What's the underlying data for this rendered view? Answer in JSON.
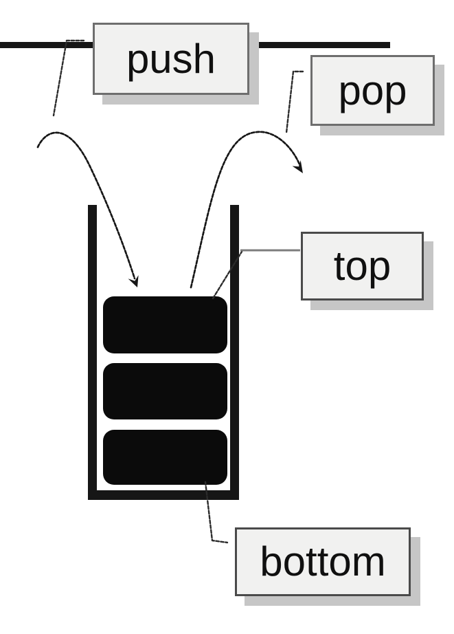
{
  "labels": {
    "push": "push",
    "pop": "pop",
    "top": "top",
    "bottom": "bottom"
  },
  "stack": {
    "item_count": 3
  },
  "colors": {
    "ink": "#161616",
    "box_fill": "#f1f1f0",
    "box_border": "#6e6e6e",
    "box_border_dark": "#4a4a4a",
    "box_shadow": "#c6c6c6",
    "leader_gray": "#7d7d7d"
  }
}
